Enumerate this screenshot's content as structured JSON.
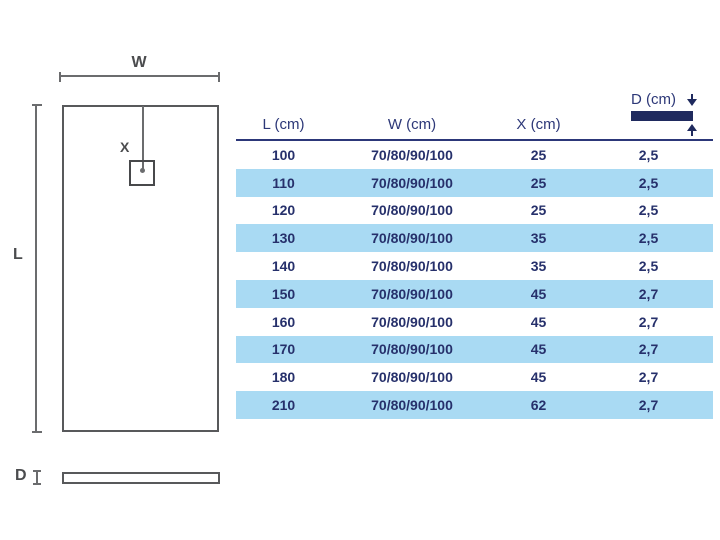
{
  "diagram": {
    "width_label": "W",
    "length_label": "L",
    "drain_offset_label": "X",
    "depth_label": "D"
  },
  "table": {
    "columns": [
      {
        "label": "L (cm)"
      },
      {
        "label": "W (cm)"
      },
      {
        "label": "X (cm)"
      },
      {
        "label": "D (cm)"
      }
    ],
    "rows": [
      {
        "l": "100",
        "w": "70/80/90/100",
        "x": "25",
        "d": "2,5"
      },
      {
        "l": "110",
        "w": "70/80/90/100",
        "x": "25",
        "d": "2,5"
      },
      {
        "l": "120",
        "w": "70/80/90/100",
        "x": "25",
        "d": "2,5"
      },
      {
        "l": "130",
        "w": "70/80/90/100",
        "x": "35",
        "d": "2,5"
      },
      {
        "l": "140",
        "w": "70/80/90/100",
        "x": "35",
        "d": "2,5"
      },
      {
        "l": "150",
        "w": "70/80/90/100",
        "x": "45",
        "d": "2,7"
      },
      {
        "l": "160",
        "w": "70/80/90/100",
        "x": "45",
        "d": "2,7"
      },
      {
        "l": "170",
        "w": "70/80/90/100",
        "x": "45",
        "d": "2,7"
      },
      {
        "l": "180",
        "w": "70/80/90/100",
        "x": "45",
        "d": "2,7"
      },
      {
        "l": "210",
        "w": "70/80/90/100",
        "x": "62",
        "d": "2,7"
      }
    ]
  },
  "colors": {
    "navy_text": "#2c3779",
    "navy_bar": "#1f2a5e",
    "row_highlight": "#a9daf3",
    "diagram_line_gray": "#6b6c6e"
  }
}
